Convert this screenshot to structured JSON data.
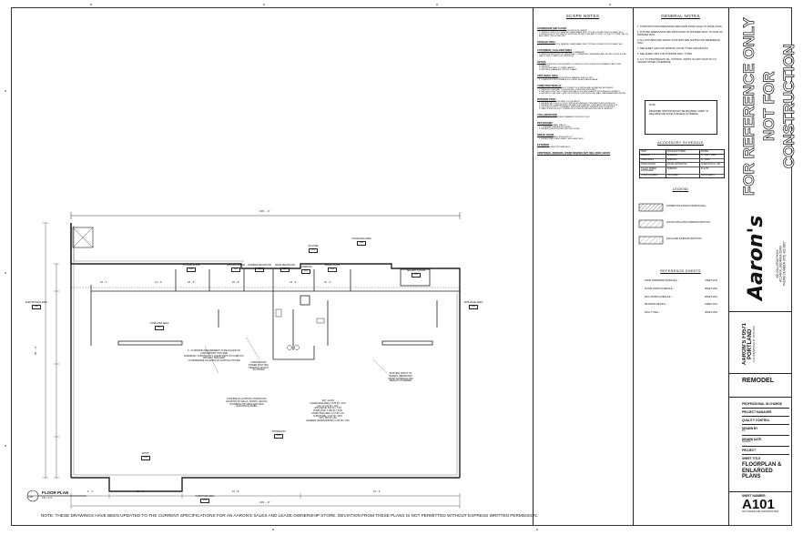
{
  "plan": {
    "overall_dim_top": "130' – 4\"",
    "overall_dim_bottom": "130' – 0\"",
    "left_dim": "81' – 0\"",
    "top_segments": [
      "24' – 1\"",
      "14' – 0\"",
      "10' – 5\"",
      "20' – 8\"",
      "14' – 0\"",
      "10' – 2\""
    ],
    "bottom_segments": [
      "4' – 1\"",
      "12' – 6\"",
      "24' – 8\"",
      "20' – 5\""
    ],
    "rooms": [
      {
        "name": "CLOSING ROOM",
        "num": "103"
      },
      {
        "name": "OAK/CAN OFFICE",
        "num": "106"
      },
      {
        "name": "WOMENS RESTROOM",
        "num": "111"
      },
      {
        "name": "MENS RESTROOM",
        "num": "112"
      },
      {
        "name": "CORRIDOR",
        "num": "110"
      },
      {
        "name": "BREAK ROOM",
        "num": "113"
      },
      {
        "name": "Q/A ZONE",
        "num": "114"
      },
      {
        "name": "CLEARANCE AREA",
        "num": "114"
      },
      {
        "name": "SECURITY ROOM",
        "num": "115"
      },
      {
        "name": "ELECTRONICS AREA",
        "num": "108"
      },
      {
        "name": "APPLIANCE AREA",
        "num": "109"
      },
      {
        "name": "COMPUTER AREA",
        "num": "107"
      },
      {
        "name": "SHOWROOM",
        "num": "101"
      },
      {
        "name": "ENTRY",
        "num": "100"
      },
      {
        "name": "FURNITURE AREA",
        "num": "104"
      }
    ],
    "area_note": [
      "SQT: 11,048",
      "CLEARANCE AREA: 2,875 SF | 26%",
      "Q/A: 11,140 SF | 10%",
      "APPLIANCE: 830 SF | 7.5%",
      "COMPUTER: 1,066 SF | 9.6%",
      "COMPUTER AREA: 1,67 SF | 2%",
      "FURNITURE: 4,019 SF | 36%",
      "CPO: 456 SF | 4%",
      "GENERAL MERCHANDISE: 2,319 SF | 19%"
    ],
    "note_left": [
      "4' –0\" MINIMUM REQUIREMENT TO BE PLACED ON CHARGEPOINT THIS SIDE",
      "CORRIDOR / CONSTRUCT 4' CLEAR WIDTH AT CURB CUT, PROJECT MANAGER",
      "TO DETERMINE LOCATION OF EXISTING FIXTURE"
    ],
    "note_center": [
      "CHARGEPOINT POWER POST AND PEDESTAL MOUNT AS SHOWN"
    ],
    "note_center2": [
      "CONFIRM ALL EXISTING CONDITIONS: LOCATION OF WALLS, DOORS, CEILING, PLUMBING FIXTURES AND MAIN ELECTRICAL PANEL"
    ],
    "note_right": [
      "EXISTING SOFFIT TO REMAIN. REPAIR PER FINISH SCHEDULE AND REPAINT AS NEEDED"
    ],
    "title": "FLOOR PLAN",
    "scale": "1/8\" = 1'-0\"",
    "bubble": "A101",
    "bubble_num": "1"
  },
  "bottom_note": "NOTE: THESE DRAWINGS HAVE BEEN UPDATED TO THE CURRENT SPECIFICATIONS FOR AN AARON'S SALES AND LEASE OWNERSHIP STORE.  DEVIATION FROM THESE PLANS IS NOT PERMITTED WITHOUT EXPRESS WRITTEN PERMISSION.",
  "scope": {
    "title": "SCOPE NOTES",
    "sections": [
      {
        "heading": "SHOWROOM AND FLOOR",
        "items": [
          "1. PROFESSIONALLY CLEAN SHOWROOM CARPET",
          "2. INSTALL LIFESTYLE GRAPHIC HARDWARE PER TYPICAL ELEVATIONS ON SHEET A-11",
          "3. REMOVE BOTTOM TRIM OF EXISTING MONEY LINE AND LOOSE, LOOSE TOP TRIM. PATCH AND PAINT PER SCHEDULE"
        ]
      },
      {
        "heading": "SIGNAGE AREA",
        "items": [
          "1. INSTALL LIFESTYLE GRAPHIC HARDWARE PER TYPICAL ELEVATIONS ON SHEET A-11"
        ]
      },
      {
        "heading": "CUSTOMER / GALLERIA AREA",
        "items": [
          "1. INSTALL AARONS LOGO WATER COMPANENT",
          "2. REMOVE RECEIVED IN CASHWRAP. OTHERWISE CASHWRAP AND INSTALL WITHOUT ALL WALLS SEE CLEANS DECORATIONS"
        ]
      },
      {
        "heading": "OFFICE",
        "items": [
          "1. PAINT EXISTING OFFICES AND CLOSING ROOM DOORS WITH CERAMIC PAINT PER SCHEDULE",
          "2. PROFESSIONALLY CLEAN CARPET",
          "3. REPLACE DAMAGED OFFICE CHAIRS"
        ]
      },
      {
        "heading": "APPLIANCE AREA",
        "items": [
          "1. PAINT AND REFINISH EXISTING WAREHOUSE DOORS",
          "2. CLEAN EXISTING RUBBER FLOORING IN APPLIANCE AREA"
        ]
      },
      {
        "heading": "COMPUTER DISPLAY",
        "items": [
          "1. REMOVE LAPTOP TABLE. POWER POLE PATCH AND REPAIR AS REQUIRED",
          "2. REMOVE ONE WALL OF EXISTING COMPUTER FIXTURES",
          "3. REPLACE EXISTING COMPUTER WALL FIXTURE INSERTS WITH ANGLED INSERTS",
          "4. REPLACE SLAT WALL SIDE WITH WHITE / NEW EXISTING WALL HARDWARE AND RECAP"
        ]
      },
      {
        "heading": "INTERIOR PAINT",
        "items": [
          "1. REPAINT SITE WITH NEW COLOR BRICK",
          "2. REPAINT ALL GOLD LOGOS / PATCH AS NEEDED, PER PAINT PER SCHEDULE",
          "3. REPAINT ALL MAIN BATHROOM WALLS AS NEEDED, PER PAINT PER SCHEDULE",
          "4. EXISTING SOFFIT TO REMAIN. PATCH AS NEEDED, REPAINT PER SCHEDULE",
          "5. PAINT EXISTING EXIT CORRIDOR DOORS IN SHOWROOM PER SCHEDULE"
        ]
      },
      {
        "heading": "COLLABORATOR",
        "items": [
          "1. REPLACE STAINED AND DAMAGED CEILING TILES"
        ]
      },
      {
        "heading": "RESTROOMS",
        "items": [
          "1. PATCH AND PAINT WALLS",
          "2. CLEAN AND REPAIR FIXTURES",
          "3. REPAINT EXISTING RESTROOM DOORS"
        ]
      },
      {
        "heading": "BREAK ROOM",
        "items": [
          "1. CLEAN AND WALL EXISTING UCT",
          "2. REPAIR WALLS AND PAINT, SEE SHEET A-20"
        ]
      },
      {
        "heading": "EXTERIOR",
        "items": [
          "1. REMOVE WINDOW GRAPHICS"
        ]
      },
      {
        "heading": "ADDITIONAL REMODEL WORK NEEDED NOT INCLUDED ABOVE",
        "items": [
          "1. LIGHTING RETROFIT / UPGRADE - LED LIGHTING VENDOR"
        ]
      }
    ]
  },
  "general": {
    "title": "GENERAL NOTES",
    "items": [
      "1. CONSTRUCTION DIMENSIONS ARE FROM FINISH FACE TO FINISH FACE.",
      "2. FIXTURE DIMENSIONS ARE FROM FACE OF FINISHED WALL TO FACE OF FINISHED WALL.",
      "3. ALL FIXTURES AND SALES COUNTERS ARE SHOWN FOR REFERENCE ONLY.",
      "4. SEE SHEET A110 FOR WINDOW, DOOR TYPES AND DETAILS.",
      "5. SEE SHEET A510 FOR INTERIOR WALL TYPES.",
      "6. G.C. TO PROVIDE EXP. SE. CONTROL JOINTS IN LESS THAN 30' O.C. UNLESS NOTED OTHERWISE."
    ],
    "note_title": "NOTE:",
    "note_body": "RECESSED HAND DRYER MAY BE REQUIRED. VERIFY IF REQUIRED AND EXCEL'S RECESS AS NEEDED."
  },
  "accessory": {
    "title": "ACCESSORY SCHEDULE",
    "headers": [
      "ITEM",
      "MANUFACTURER",
      "MODEL"
    ],
    "rows": [
      [
        "MIRROR",
        "BOBRICK",
        "B – 165 – 1824"
      ],
      [
        "GRAB BARS",
        "BOBRICK",
        "B – 5806"
      ],
      [
        "HAND DRYER",
        "EXCEL DRYER INC.",
        "XLERATOR XL–SB"
      ],
      [
        "TOILET PAPER DISPENSER",
        "BOBRICK",
        "B–2740"
      ],
      [
        "CHAIR GUARDS",
        "TRUSSBILT",
        "UM GUARD 2"
      ]
    ]
  },
  "legend": {
    "title": "LEGEND",
    "items": [
      "FURRED INSULATED EXTERIOR WALL",
      "SOUND INSULATED INTERIOR PARTITION",
      "INSULATED INTERIOR PARTITION"
    ]
  },
  "reference": {
    "title": "REFERENCE SHEETS",
    "items": [
      [
        "DOOR HARDWARE SCHEDULE –",
        "SHEET A110"
      ],
      [
        "FLOOR FINISH SCHEDULE –",
        "SHEET A601"
      ],
      [
        "WALL FINISH SCHEDULE –",
        "SHEET A601"
      ],
      [
        "MILLWORK DETAILS –",
        "SHEET A511"
      ],
      [
        "WALL TYPES –",
        "SHEET A510"
      ]
    ]
  },
  "titleblock": {
    "stamp_line1": "FOR REFERENCE ONLY",
    "stamp_line2": "NOT FOR CONSTRUCTION",
    "logo": "Aaron's",
    "address1": "400 GALLERIA PKWY",
    "address2": "ATLANTA, GEORGIA 30339",
    "address3": "PHONE NUMBER (678) 402-3667",
    "store_name": "AARON'S F0571",
    "store_city": "PORTLAND",
    "store_addr": "1210 SOMEWHERE ST, PORTLAND",
    "project_type": "REMODEL",
    "fields": [
      {
        "label": "PROFESSIONAL IN CHARGE",
        "value": ""
      },
      {
        "label": "PROJECT MANAGER",
        "value": ""
      },
      {
        "label": "QUALITY CONTROL",
        "value": ""
      },
      {
        "label": "DRAWN BY",
        "value": "JW"
      },
      {
        "label": "DRAWN DATE",
        "value": "10/6/2017"
      },
      {
        "label": "PROJECT",
        "value": ""
      }
    ],
    "sheet_title_label": "SHEET TITLE",
    "sheet_title": "FLOORPLAN & ENLARGED PLANS",
    "sheet_number_label": "SHEET NUMBER",
    "sheet_number": "A101",
    "footer": "NOT ISSUED FOR CONSTRUCTION"
  }
}
